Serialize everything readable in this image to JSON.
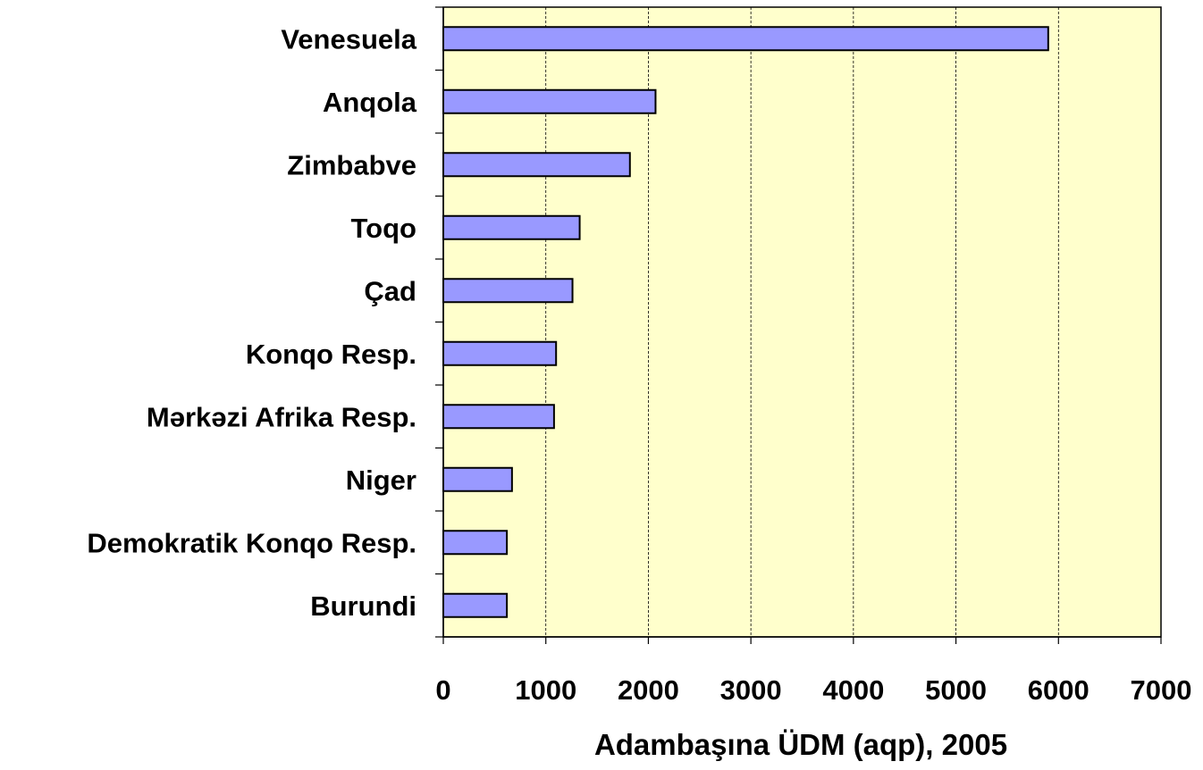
{
  "colors": {
    "plot_background": "#FFFFCC",
    "bar_fill": "#9999FF",
    "bar_stroke": "#000000",
    "gridline": "#000000"
  },
  "chart_data": {
    "type": "bar",
    "orientation": "horizontal",
    "categories": [
      "Venesuela",
      "Anqola",
      "Zimbabve",
      "Toqo",
      "Çad",
      "Konqo Resp.",
      "Mərkəzi Afrika Resp.",
      "Niger",
      "Demokratik Konqo Resp.",
      "Burundi"
    ],
    "values": [
      5900,
      2070,
      1820,
      1330,
      1260,
      1100,
      1080,
      670,
      620,
      620
    ],
    "xlabel": "Adambaşına ÜDM (aqp), 2005",
    "ylabel": "",
    "xlim": [
      0,
      7000
    ],
    "xticks": [
      0,
      1000,
      2000,
      3000,
      4000,
      5000,
      6000,
      7000
    ],
    "xtick_labels": [
      "0",
      "1000",
      "2000",
      "3000",
      "4000",
      "5000",
      "6000",
      "7000"
    ],
    "grid": "vertical dashed",
    "legend": "none"
  }
}
